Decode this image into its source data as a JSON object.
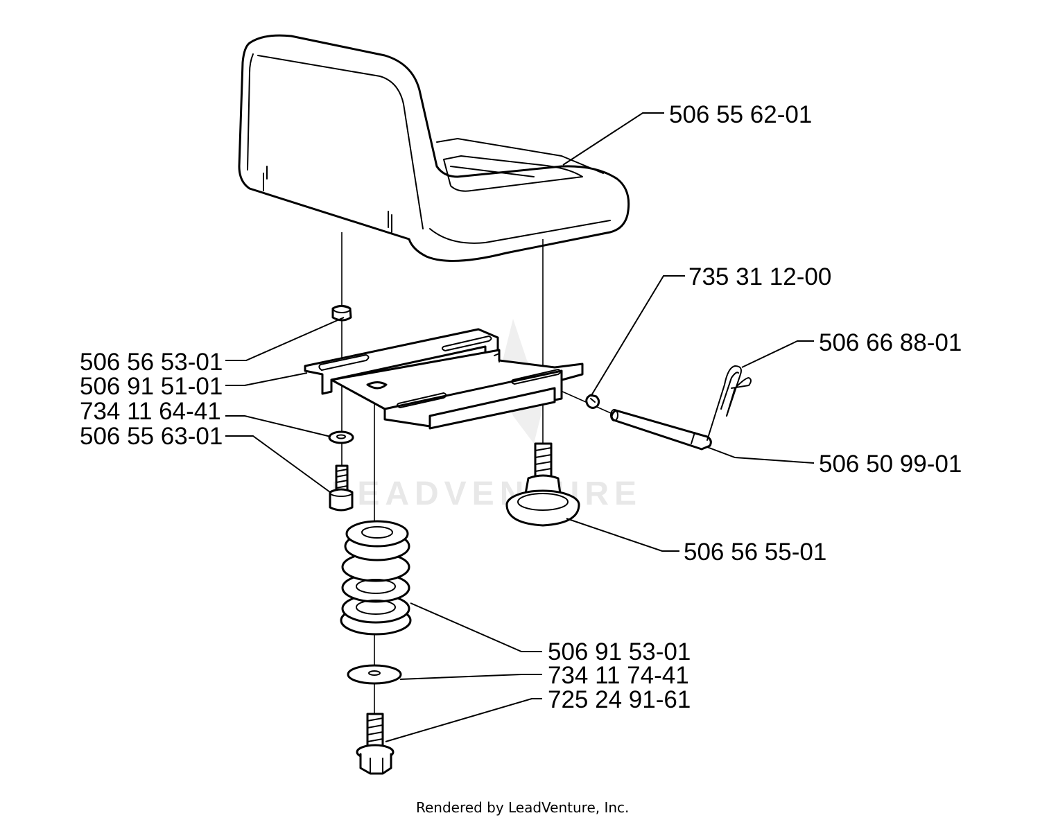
{
  "labels": {
    "seat": "506 55 62-01",
    "nut": "506 56 53-01",
    "seat_bracket": "506 91 51-01",
    "washer_small": "734 11 64-41",
    "screw_small": "506 55 63-01",
    "lock_washer": "735 31 12-00",
    "hair_pin": "506 66 88-01",
    "pivot_pin": "506 50 99-01",
    "adjust_knob": "506 56 55-01",
    "spring": "506 91 53-01",
    "washer_large": "734 11 74-41",
    "flange_bolt": "725 24 91-61"
  },
  "watermark": "LEADVENTURE",
  "footer": "Rendered by LeadVenture, Inc."
}
